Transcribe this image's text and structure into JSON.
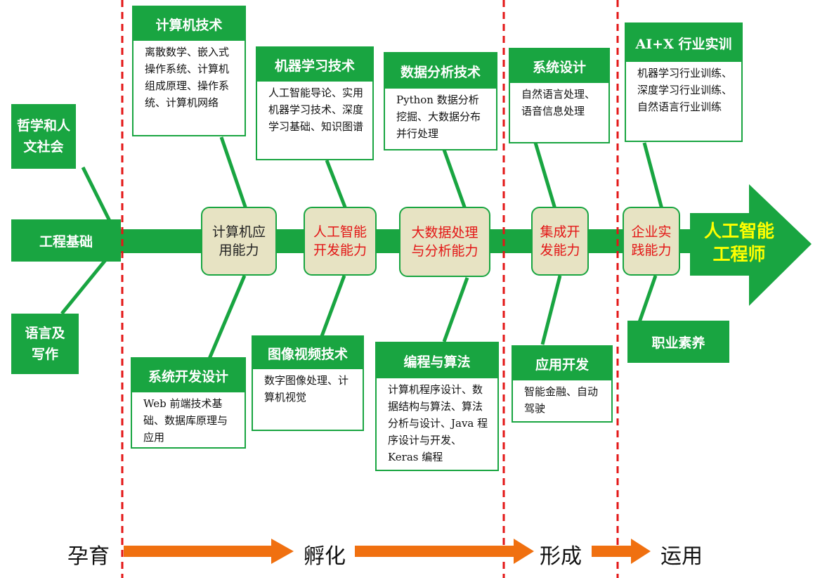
{
  "colors": {
    "green": "#19a541",
    "node_fill": "#e7e3c3",
    "red": "#e31616",
    "orange": "#f07010",
    "yellow": "#ffff00",
    "dashed": "#e31616"
  },
  "left": {
    "philosophy": "哲学和人文社会",
    "engineering": "工程基础",
    "language": "语言及写作"
  },
  "top_cards": [
    {
      "title": "计算机技术",
      "body": "离散数学、嵌入式操作系统、计算机组成原理、操作系统、计算机网络"
    },
    {
      "title": "机器学习技术",
      "body": "人工智能导论、实用机器学习技术、深度学习基础、知识图谱"
    },
    {
      "title": "数据分析技术",
      "body": "Python 数据分析挖掘、大数据分布并行处理"
    },
    {
      "title": "系统设计",
      "body": "自然语言处理、语音信息处理"
    },
    {
      "title": "AI+X 行业实训",
      "body": "机器学习行业训练、深度学习行业训练、自然语言行业训练"
    }
  ],
  "bottom_cards": [
    {
      "title": "系统开发设计",
      "body": "Web 前端技术基础、数据库原理与应用"
    },
    {
      "title": "图像视频技术",
      "body": "数字图像处理、计算机视觉"
    },
    {
      "title": "编程与算法",
      "body": "计算机程序设计、数据结构与算法、算法分析与设计、Java 程序设计与开发、Keras 编程"
    },
    {
      "title": "应用开发",
      "body": "智能金融、自动驾驶"
    }
  ],
  "professional": "职业素养",
  "nodes": [
    "计算机应用能力",
    "人工智能开发能力",
    "大数据处理与分析能力",
    "集成开发能力",
    "企业实践能力"
  ],
  "result": "人工智能工程师",
  "stages": [
    "孕育",
    "孵化",
    "形成",
    "运用"
  ]
}
